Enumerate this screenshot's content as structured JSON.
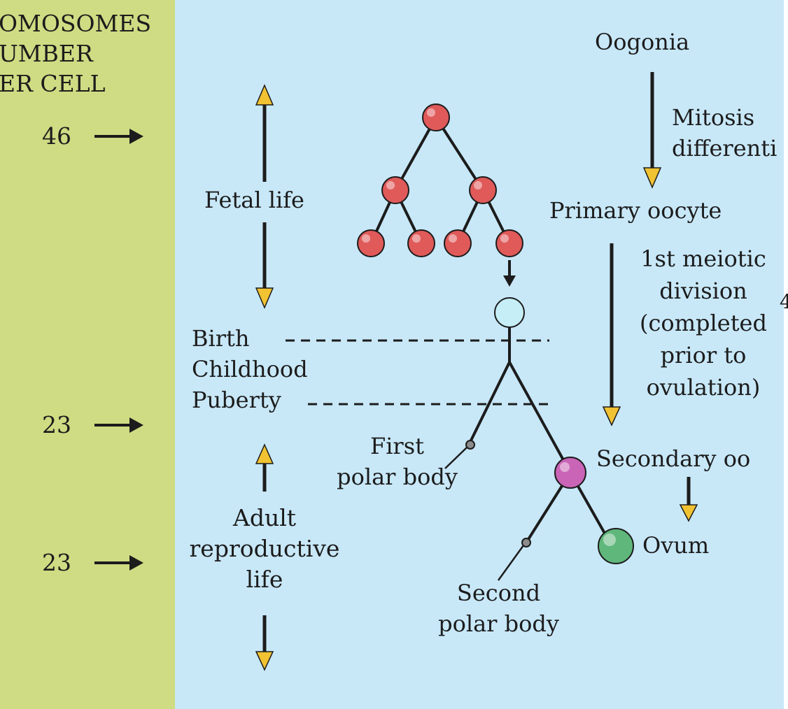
{
  "colors": {
    "left_panel": "#cfdc83",
    "right_panel": "#c8e8f8",
    "arrow_fill": "#f1c232",
    "dividing_cell": "#e05a5a",
    "primary_oocyte": "#c6eef6",
    "secondary_oocyte": "#c964b7",
    "ovum": "#5fb77b",
    "text": "#1c1c1c"
  },
  "left_column": {
    "header_lines": [
      "OMOSOMES",
      "UMBER",
      "ER CELL"
    ],
    "counts": [
      "46",
      "23",
      "23"
    ]
  },
  "life_stages": {
    "fetal": "Fetal life",
    "birth": "Birth",
    "childhood": "Childhood",
    "puberty": "Puberty",
    "adult_lines": [
      "Adult",
      "reproductive",
      "life"
    ]
  },
  "stages": {
    "oogonia": "Oogonia",
    "mitosis_lines": [
      "Mitosis",
      "differenti"
    ],
    "primary_oocyte": "Primary oocyte",
    "meiosis_lines": [
      "1st meiotic",
      "division",
      "(completed",
      "prior to",
      "ovulation)"
    ],
    "secondary_oocyte": "Secondary oo",
    "ovum": "Ovum"
  },
  "polar_bodies": {
    "first_lines": [
      "First",
      "polar body"
    ],
    "second_lines": [
      "Second",
      "polar body"
    ]
  },
  "edge_fragment": "4"
}
